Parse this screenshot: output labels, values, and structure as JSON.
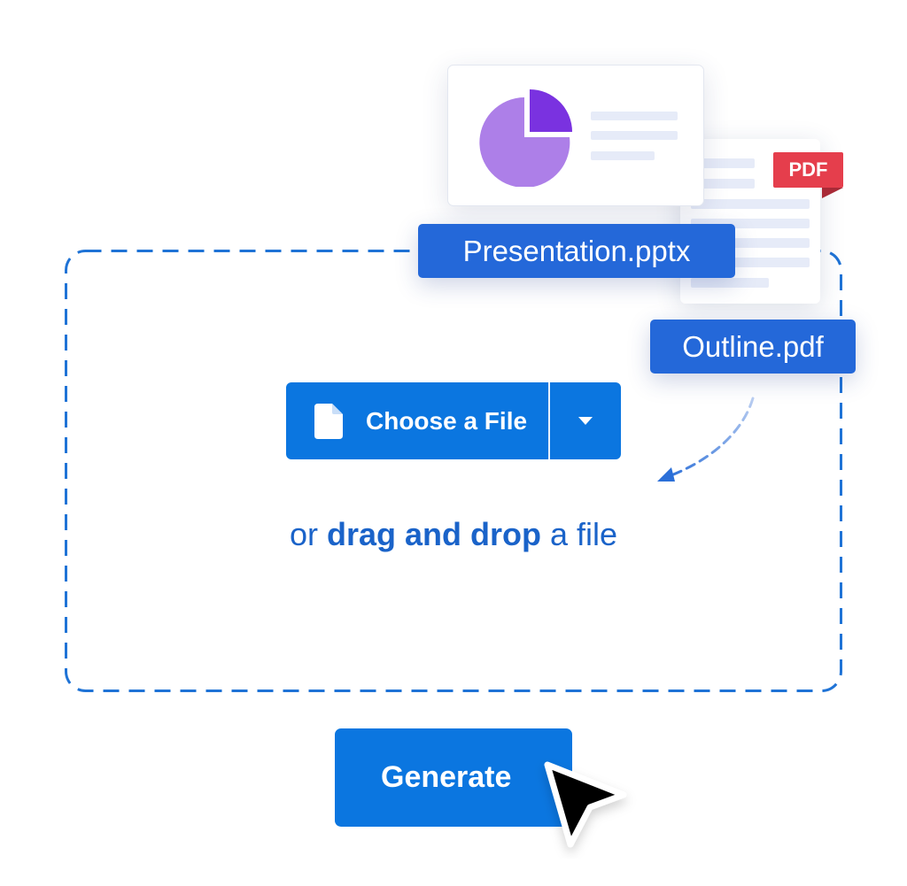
{
  "files": {
    "presentation": {
      "name": "Presentation.pptx"
    },
    "pdf": {
      "name": "Outline.pdf",
      "badge": "PDF"
    }
  },
  "upload": {
    "choose_label": "Choose a File",
    "hint_prefix": "or ",
    "hint_emphasis": "drag and drop",
    "hint_suffix": " a file"
  },
  "actions": {
    "generate_label": "Generate"
  },
  "icons": {
    "file": "file-icon",
    "dropdown": "caret-down-icon",
    "chart": "pie-chart-icon",
    "pointer": "mouse-pointer-icon"
  },
  "colors": {
    "primary": "#0b76e0",
    "label": "#2468d9",
    "pdf_badge": "#e53e4c",
    "pie_main": "#ad7fe8",
    "pie_slice": "#7a32e0",
    "hint_text": "#1a63c9"
  }
}
